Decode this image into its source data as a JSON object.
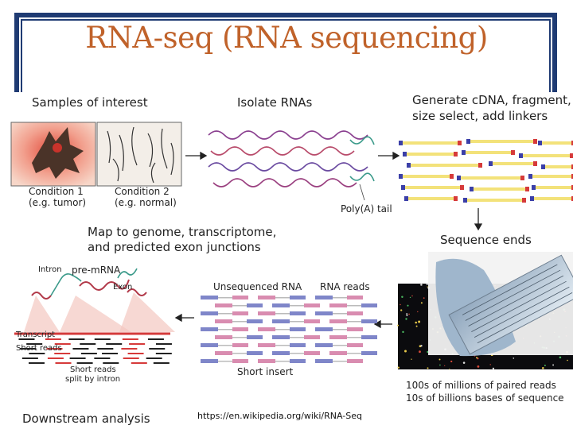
{
  "title": "RNA-seq (RNA sequencing)",
  "steps": {
    "samples": "Samples of interest",
    "isolate": "Isolate RNAs",
    "generate_line1": "Generate cDNA, fragment,",
    "generate_line2": "size select, add linkers",
    "sequence_ends": "Sequence ends",
    "map_line1": "Map to genome, transcriptome,",
    "map_line2": "and predicted exon junctions",
    "downstream": "Downstream analysis"
  },
  "labels": {
    "cond1_a": "Condition 1",
    "cond1_b": "(e.g. tumor)",
    "cond2_a": "Condition 2",
    "cond2_b": "(e.g. normal)",
    "polya": "Poly(A) tail",
    "intron": "Intron",
    "pre_mrna": "pre-mRNA",
    "exon": "Exon",
    "transcript": "Transcript",
    "short_reads": "Short reads",
    "split_a": "Short reads",
    "split_b": "split by intron",
    "unsequenced": "Unsequenced RNA",
    "rna_reads": "RNA reads",
    "short_insert": "Short insert",
    "reads_a": "100s of millions of paired reads",
    "reads_b": "10s of billions bases of sequence"
  },
  "source_url": "https://en.wikipedia.org/wiki/RNA-Seq",
  "colors": {
    "title": "#c0622a",
    "frame": "#1f3b73",
    "fragment_yellow": "#f3e27a",
    "fragment_red": "#d63a3a",
    "fragment_blue": "#3b3fa8",
    "read_pink": "#d98cb0",
    "read_blue": "#7f86c9",
    "rna_purple": "#8a3f8f",
    "rna_teal": "#3a9a8a"
  }
}
